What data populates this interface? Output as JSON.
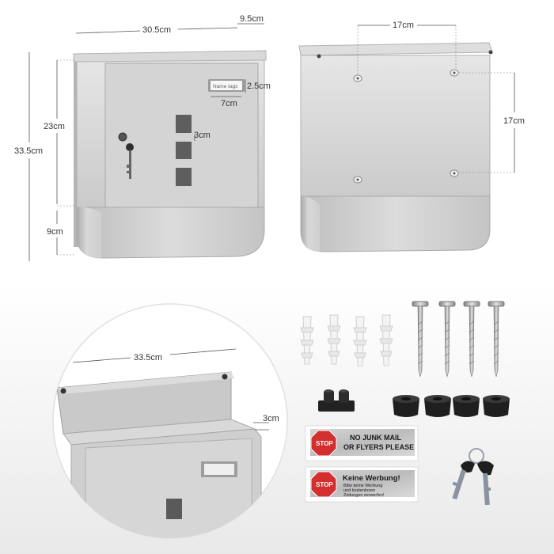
{
  "dimensions": {
    "width_front": "30.5cm",
    "depth": "9.5cm",
    "height_total": "33.5cm",
    "height_upper": "23cm",
    "height_lower": "9cm",
    "nametag_height": "2.5cm",
    "nametag_width": "7cm",
    "window_gap": "3cm",
    "back_hole_horizontal": "17cm",
    "back_hole_vertical": "17cm",
    "lid_width": "33.5cm",
    "lid_depth": "3cm"
  },
  "name_tag": {
    "text": "Name tags"
  },
  "labels": {
    "english": {
      "stop": "STOP",
      "line1": "NO JUNK MAIL",
      "line2": "OR FLYERS PLEASE"
    },
    "german": {
      "stop": "STOP",
      "title": "Keine Werbung!",
      "line1": "Bitte keine Werbung",
      "line2": "und kostenlosen",
      "line3": "Zeitungen einwerfen!"
    }
  },
  "colors": {
    "box_silver": "#cfcfcf",
    "stop_red": "#d32f2f",
    "key_steel": "#8a93a0"
  },
  "icons": [
    "key-icon",
    "screw-icon",
    "wall-plug-icon",
    "rubber-bumper-icon",
    "stop-sign-icon"
  ]
}
